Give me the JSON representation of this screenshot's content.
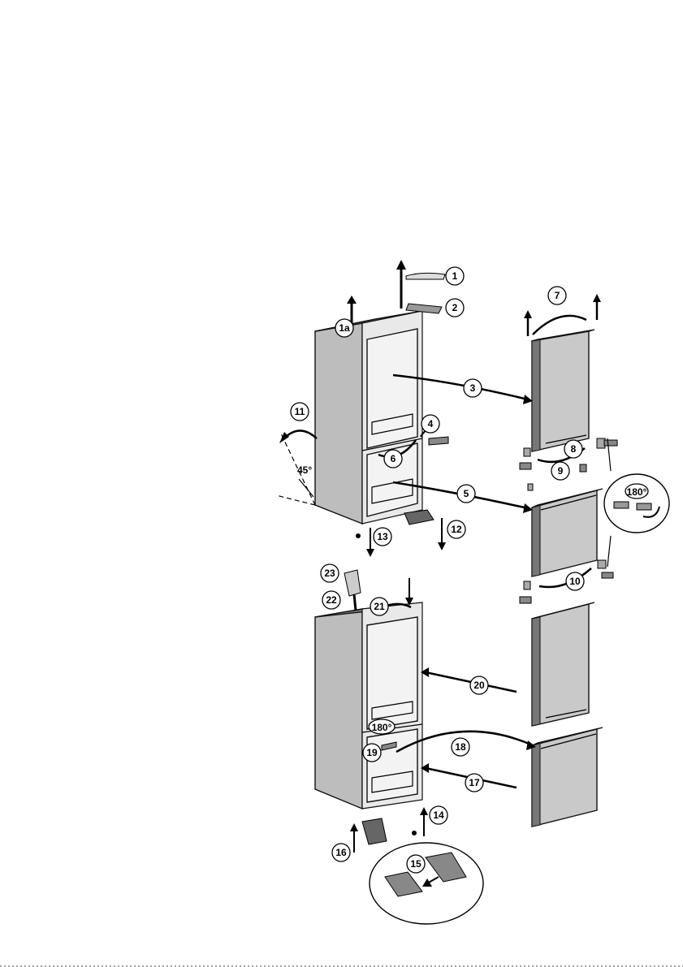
{
  "figure": {
    "callouts": [
      {
        "id": "c1",
        "label": "1"
      },
      {
        "id": "c2",
        "label": "2"
      },
      {
        "id": "c1a",
        "label": "1a"
      },
      {
        "id": "c3",
        "label": "3"
      },
      {
        "id": "c4",
        "label": "4"
      },
      {
        "id": "c5",
        "label": "5"
      },
      {
        "id": "c6",
        "label": "6"
      },
      {
        "id": "c7",
        "label": "7"
      },
      {
        "id": "c8",
        "label": "8"
      },
      {
        "id": "c9",
        "label": "9"
      },
      {
        "id": "c10",
        "label": "10"
      },
      {
        "id": "c11",
        "label": "11"
      },
      {
        "id": "c12",
        "label": "12"
      },
      {
        "id": "c13",
        "label": "13"
      },
      {
        "id": "c14",
        "label": "14"
      },
      {
        "id": "c15",
        "label": "15"
      },
      {
        "id": "c16",
        "label": "16"
      },
      {
        "id": "c17",
        "label": "17"
      },
      {
        "id": "c18",
        "label": "18"
      },
      {
        "id": "c19",
        "label": "19"
      },
      {
        "id": "c20",
        "label": "20"
      },
      {
        "id": "c21",
        "label": "21"
      },
      {
        "id": "c22",
        "label": "22"
      },
      {
        "id": "c23",
        "label": "23"
      }
    ],
    "angle_label": "45°",
    "rotate_label_top": "180°",
    "rotate_label_bottom": "180°"
  }
}
